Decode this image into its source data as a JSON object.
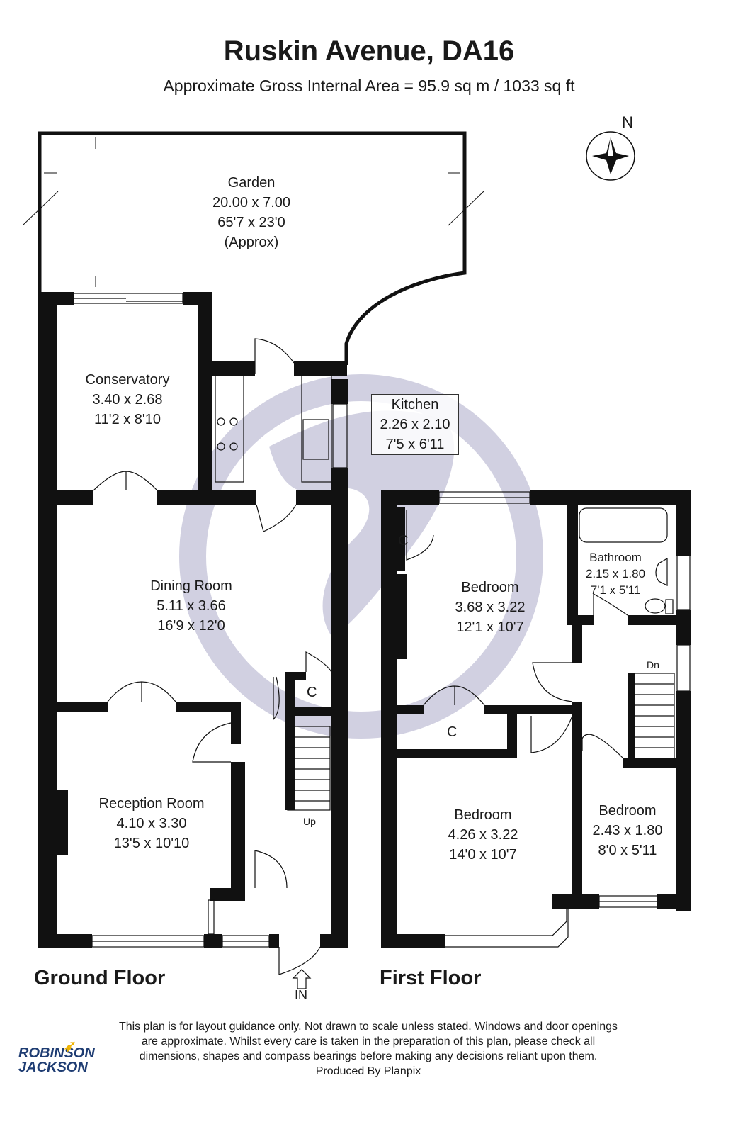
{
  "header": {
    "title": "Ruskin Avenue, DA16",
    "subtitle": "Approximate Gross Internal Area =  95.9 sq m / 1033 sq ft"
  },
  "compass": {
    "label": "N"
  },
  "rooms": {
    "garden": {
      "name": "Garden",
      "metric": "20.00 x 7.00",
      "imperial": "65'7 x 23'0",
      "note": "(Approx)"
    },
    "conservatory": {
      "name": "Conservatory",
      "metric": "3.40 x 2.68",
      "imperial": "11'2 x 8'10"
    },
    "kitchen": {
      "name": "Kitchen",
      "metric": "2.26 x 2.10",
      "imperial": "7'5 x 6'11"
    },
    "dining": {
      "name": "Dining Room",
      "metric": "5.11 x 3.66",
      "imperial": "16'9 x 12'0"
    },
    "reception": {
      "name": "Reception Room",
      "metric": "4.10 x 3.30",
      "imperial": "13'5 x 10'10"
    },
    "bedroom1": {
      "name": "Bedroom",
      "metric": "3.68 x 3.22",
      "imperial": "12'1 x 10'7"
    },
    "bathroom": {
      "name": "Bathroom",
      "metric": "2.15 x 1.80",
      "imperial": "7'1 x 5'11"
    },
    "bedroom2": {
      "name": "Bedroom",
      "metric": "4.26 x 3.22",
      "imperial": "14'0 x 10'7"
    },
    "bedroom3": {
      "name": "Bedroom",
      "metric": "2.43 x 1.80",
      "imperial": "8'0 x 5'11"
    }
  },
  "cupboards": {
    "label": "C"
  },
  "stairs": {
    "up": "Up",
    "down": "Dn"
  },
  "entrance": {
    "label": "IN"
  },
  "floors": {
    "ground": "Ground Floor",
    "first": "First Floor"
  },
  "disclaimer": {
    "line1": "This plan is for layout guidance only. Not drawn to scale unless stated. Windows and door openings",
    "line2": "are approximate. Whilst every care is taken in the preparation of this plan, please check all",
    "line3": "dimensions, shapes and compass bearings before making any decisions reliant upon them.",
    "line4": "Produced By Planpix"
  },
  "logo": {
    "line1": "ROBINSON",
    "line2": "JACKSON"
  },
  "colors": {
    "wall": "#111111",
    "watermark": "#c9c8dc",
    "logo_blue": "#1f3d73",
    "logo_gold": "#f0b400"
  }
}
